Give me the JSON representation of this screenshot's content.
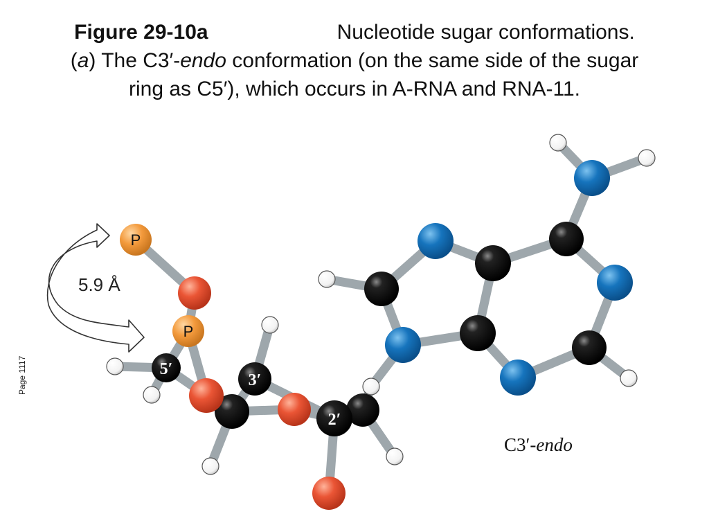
{
  "caption": {
    "figure_label": "Figure 29-10a",
    "part1": "Nucleotide sugar conformations. (",
    "part_letter": "a",
    "part2": ") The C3′-",
    "endo_word": "endo",
    "part3": " conformation (on the same side of the sugar ring as C5′), which occurs in A-RNA and RNA-11."
  },
  "page_label": "Page 1117",
  "diagram": {
    "distance_label": "5.9 Å",
    "atom_labels": {
      "phosphorus_top": "P",
      "phosphorus_lower": "P",
      "c5_prime": "5′",
      "c3_prime": "3′",
      "c2_prime": "2′"
    },
    "conformation_prefix": "C3′-",
    "conformation_word": "endo"
  },
  "colors": {
    "carbon": "#111111",
    "nitrogen": "#1572b9",
    "oxygen": "#ea5535",
    "phosphorus": "#f39a3c",
    "hydrogen": "#ffffff",
    "bond": "#9ea7ac"
  }
}
